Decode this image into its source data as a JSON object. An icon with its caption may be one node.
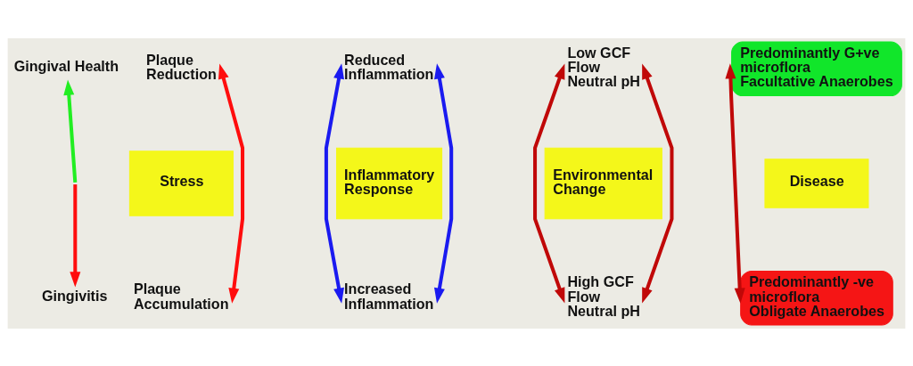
{
  "diagram": {
    "nodes": [
      {
        "text": [
          "Gingival Health"
        ]
      },
      {
        "text": [
          "Plaque Reduction"
        ]
      },
      {
        "text": [
          "Reduced Inflammation"
        ]
      },
      {
        "text": [
          "Low GCF Flow",
          "Neutral pH"
        ]
      },
      {
        "text": [
          "Predominantly G+ve microflora",
          "Facultative Anaerobes"
        ]
      },
      {
        "text": [
          "Stress"
        ]
      },
      {
        "text": [
          "Inflammatory Response"
        ]
      },
      {
        "text": [
          "Environmental Change"
        ]
      },
      {
        "text": [
          "Disease"
        ]
      },
      {
        "text": [
          "Plaque Accumulation"
        ]
      },
      {
        "text": [
          "Increased Inflammation"
        ]
      },
      {
        "text": [
          "High GCF Flow",
          "Neutral pH"
        ]
      },
      {
        "text": [
          "Predominantly -ve microflora",
          "Obligate Anaerobes"
        ]
      },
      {
        "text": [
          "Gingivitis"
        ]
      }
    ],
    "edges": [
      {
        "from": null,
        "to": 0,
        "arrow": "to",
        "color": "#22ee22"
      },
      {
        "from": null,
        "to": 13,
        "arrow": "to",
        "color": "#ff0d0d"
      },
      {
        "from": 1,
        "to": 9,
        "arrow": "both",
        "color": "#ff0d0d"
      },
      {
        "from": 2,
        "to": 10,
        "arrow": "both",
        "color": "#1a1af0"
      },
      {
        "from": 2,
        "to": 10,
        "arrow": "both",
        "color": "#1a1af0"
      },
      {
        "from": 3,
        "to": 11,
        "arrow": "both"
      },
      {
        "from": 3,
        "to": 11,
        "arrow": "both"
      },
      {
        "from": 4,
        "to": 12,
        "arrow": "both"
      }
    ]
  }
}
